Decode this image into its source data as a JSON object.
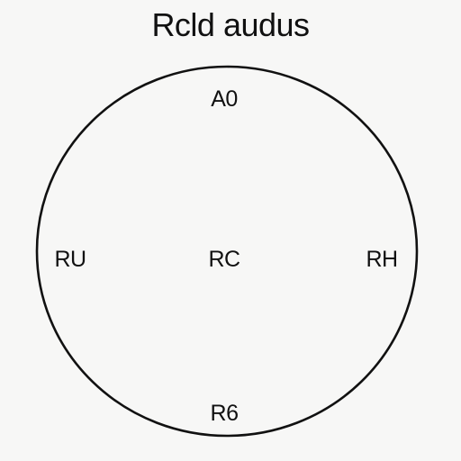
{
  "title": "Rcld audus",
  "circle": {
    "labels": {
      "top": "A0",
      "left": "RU",
      "center": "RC",
      "right": "RH",
      "bottom": "R6"
    },
    "stroke_color": "#111111",
    "background_color": "#f7f7f6"
  }
}
